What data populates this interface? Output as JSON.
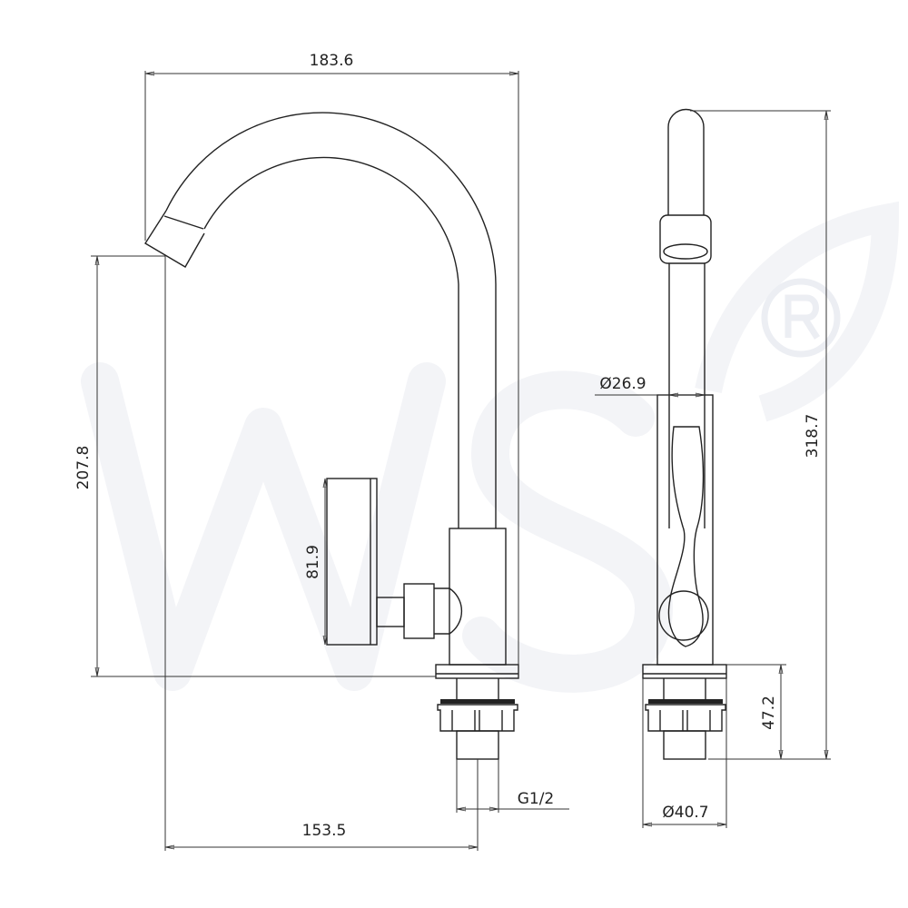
{
  "watermark": {
    "text": "WS",
    "mark": "®"
  },
  "dimensions": {
    "overall_width": "183.6",
    "spout_height": "207.8",
    "handle_height": "81.9",
    "reach": "153.5",
    "thread": "G1/2",
    "total_height": "318.7",
    "tube_diameter": "Ø26.9",
    "base_height": "47.2",
    "base_diameter": "Ø40.7"
  },
  "colors": {
    "line": "#222222",
    "watermark": "#f3f4f7"
  }
}
